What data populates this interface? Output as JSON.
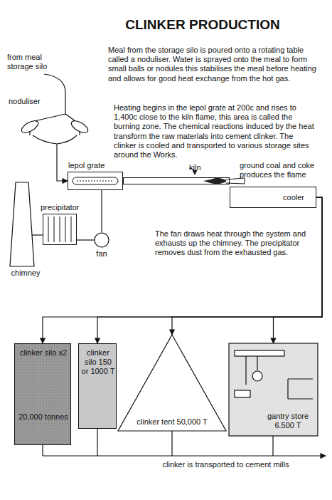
{
  "diagram": {
    "title": "CLINKER PRODUCTION",
    "nodes": [
      {
        "text": [
          "lepol grate"
        ]
      },
      {
        "text": [
          "kiln"
        ]
      },
      {
        "text": [
          "cooler"
        ]
      },
      {
        "text": [
          "precipitator"
        ]
      },
      {
        "text": [
          "fan"
        ]
      },
      {
        "text": [
          "chimney"
        ]
      },
      {
        "text": [
          "noduliser"
        ]
      },
      {
        "text": [
          "clinker silo x2",
          "20,000 tonnes"
        ]
      },
      {
        "text": [
          "clinker silo 150 or 1000 T"
        ]
      },
      {
        "text": [
          "clinker tent 50,000 T"
        ]
      },
      {
        "text": [
          "gantry store 6.500 T"
        ]
      }
    ],
    "edges": [
      {
        "from": 6,
        "to": 0,
        "arrow": "to"
      },
      {
        "from": 0,
        "to": 4,
        "arrow": "none"
      },
      {
        "from": 4,
        "to": 3,
        "arrow": "none"
      },
      {
        "from": 3,
        "to": 5,
        "arrow": "none"
      },
      {
        "from": 2,
        "to": 7,
        "arrow": "to"
      },
      {
        "from": 2,
        "to": 8,
        "arrow": "to"
      },
      {
        "from": 2,
        "to": 9,
        "arrow": "to"
      },
      {
        "from": 2,
        "to": 10,
        "arrow": "to"
      }
    ],
    "labels": [
      "from meal storage silo",
      "Meal from the storage silo is poured onto a rotating table called a noduliser. Water is sprayed onto the meal to form small balls or nodules this stabilises the meal before heating and allows for good heat exchange from the hot gas.",
      "Heating begins in the lepol grate at 200c and rises to 1,400c close to the kiln flame, this area is called the burning zone. The chemical reactions induced by the heat transform the raw materials into cement clinker. The clinker is cooled and transported to various storage sites around the Works.",
      "ground coal and coke produces the flame",
      "The fan draws heat through the system and exhausts up the chimney. The precipitator removes dust from the exhausted gas.",
      "clinker is transported to cement mills"
    ]
  }
}
